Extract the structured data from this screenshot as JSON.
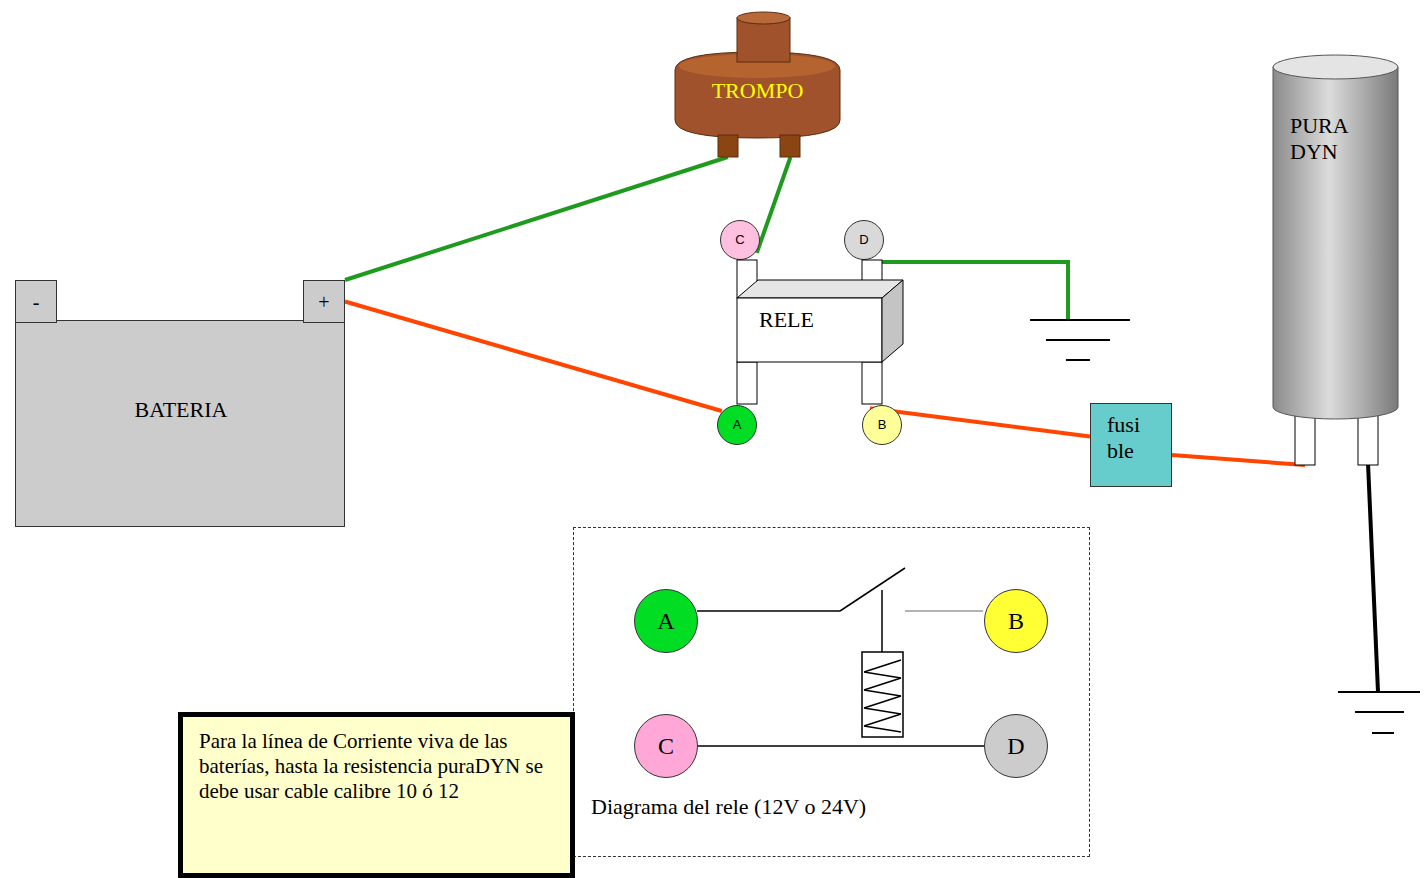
{
  "diagram": {
    "nodes": [
      {
        "text": [
          "TROMPO"
        ]
      },
      {
        "text": [
          "C"
        ]
      },
      {
        "text": [
          "D"
        ]
      },
      {
        "text": [
          "RELE"
        ]
      },
      {
        "text": [
          "PURA DYN"
        ]
      },
      {
        "text": [
          "BATERIA"
        ]
      },
      {
        "text": [
          "-"
        ],
        "in": 5
      },
      {
        "text": [
          "+"
        ],
        "in": 5
      },
      {
        "text": [
          "A"
        ]
      },
      {
        "text": [
          "B"
        ]
      },
      {
        "text": [
          "fusi ble"
        ]
      },
      {
        "text": [
          "Diagrama del rele (12V o 24V)"
        ]
      },
      {
        "text": [
          "A"
        ],
        "in": 11
      },
      {
        "text": [
          "B"
        ],
        "in": 11
      },
      {
        "text": [
          "C"
        ],
        "in": 11
      },
      {
        "text": [
          "D"
        ],
        "in": 11
      },
      {
        "text": [
          "Para la línea de Corriente viva de las baterías, hasta la resistencia puraDYN se debe usar cable calibre 10 ó 12"
        ]
      }
    ],
    "edges": [
      {
        "from": 7,
        "to": 0,
        "arrow": "none"
      },
      {
        "from": 0,
        "to": 1,
        "arrow": "none"
      },
      {
        "from": 7,
        "to": 8,
        "arrow": "none"
      },
      {
        "from": 9,
        "to": 10,
        "arrow": "none"
      },
      {
        "from": 10,
        "to": 4,
        "arrow": "none"
      },
      {
        "from": 14,
        "to": 15,
        "arrow": "none"
      }
    ]
  }
}
